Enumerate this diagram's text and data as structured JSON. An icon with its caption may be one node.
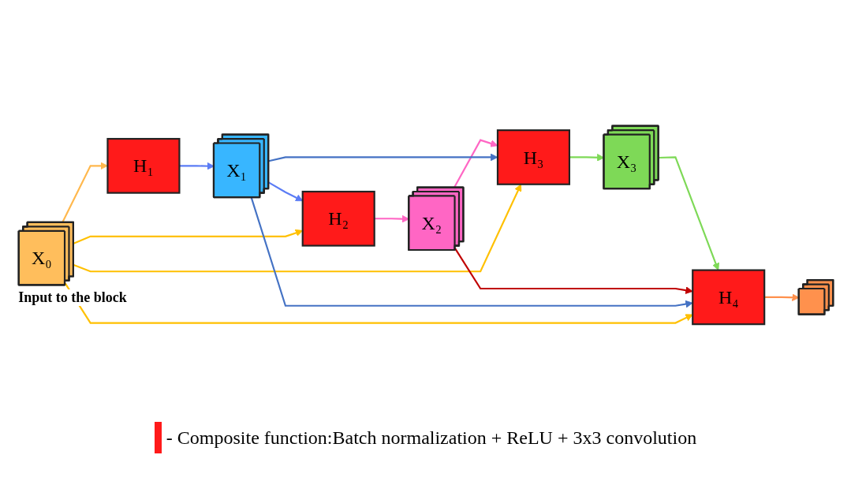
{
  "diagram": {
    "nodes": [
      {
        "text": [
          "X₀"
        ],
        "beside": [
          "Input to the block"
        ]
      },
      {
        "text": [
          "H₁"
        ]
      },
      {
        "text": [
          "X₁"
        ]
      },
      {
        "text": [
          "H₂"
        ]
      },
      {
        "text": [
          "X₂"
        ]
      },
      {
        "text": [
          "H₃"
        ]
      },
      {
        "text": [
          "X₃"
        ]
      },
      {
        "text": [
          "H₄"
        ]
      },
      {
        "text": [],
        "shape": "box"
      }
    ],
    "edges": [
      {
        "from": 0,
        "to": 1,
        "arrow": "to",
        "color": "#ffb84d"
      },
      {
        "from": 1,
        "to": 2,
        "arrow": "to",
        "color": "#5b7cf5"
      },
      {
        "from": 2,
        "to": 3,
        "arrow": "to",
        "color": "#5b7cf5"
      },
      {
        "from": 3,
        "to": 4,
        "arrow": "to",
        "color": "#ff66c4"
      },
      {
        "from": 4,
        "to": 5,
        "arrow": "to",
        "color": "#ff66c4"
      },
      {
        "from": 5,
        "to": 6,
        "arrow": "to",
        "color": "#7ed957"
      },
      {
        "from": 6,
        "to": 7,
        "arrow": "to",
        "color": "#7ed957"
      },
      {
        "from": 7,
        "to": 8,
        "arrow": "to",
        "color": "#ff914d"
      },
      {
        "from": 0,
        "to": 3,
        "arrow": "to",
        "color": "#ffc000"
      },
      {
        "from": 2,
        "to": 5,
        "arrow": "to",
        "color": "#4472c4"
      },
      {
        "from": 0,
        "to": 5,
        "arrow": "to",
        "color": "#ffc000"
      },
      {
        "from": 4,
        "to": 7,
        "arrow": "to",
        "color": "#c00000"
      },
      {
        "from": 2,
        "to": 7,
        "arrow": "to",
        "color": "#4472c4"
      },
      {
        "from": 0,
        "to": 7,
        "arrow": "to",
        "color": "#ffc000"
      }
    ],
    "legend": [
      {
        "text": "- Composite function:Batch normalization + ReLU + 3x3 convolution",
        "color": "#ff1a1a"
      }
    ]
  }
}
